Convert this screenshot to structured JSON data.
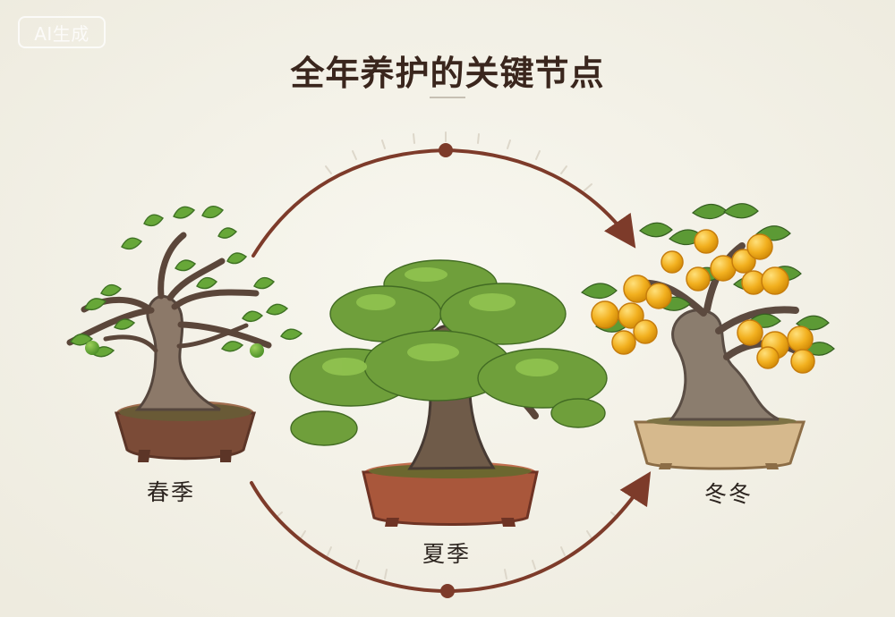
{
  "watermark": "AI生成",
  "title": "全年养护的关键节点",
  "seasons": [
    {
      "label": "春季"
    },
    {
      "label": "夏季"
    },
    {
      "label": "冬冬"
    }
  ],
  "colors": {
    "background": "#f3f1e7",
    "arrow": "#7d3b2a",
    "title": "#3a261d",
    "leaf": "#5f9b33",
    "fruit": "#f2b01f",
    "trunk": "#7b6758",
    "pot_spring": "#7b4b37",
    "pot_summer": "#a9573b",
    "pot_winter": "#d6b98d"
  },
  "icons": [
    "spring-bonsai-icon",
    "summer-bonsai-icon",
    "winter-bonsai-icon",
    "cycle-arrow-icon",
    "dot-icon"
  ]
}
